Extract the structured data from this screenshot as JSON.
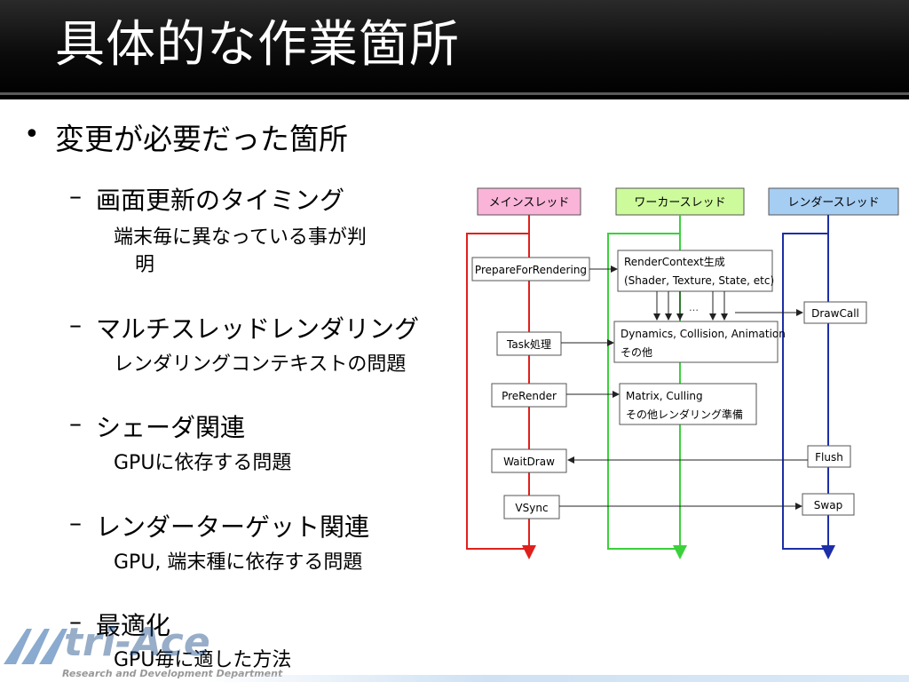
{
  "slide": {
    "title": "具体的な作業箇所",
    "bullet": "変更が必要だった箇所",
    "items": [
      {
        "dash": "–",
        "heading": "画面更新のタイミング",
        "detail": [
          "端末毎に異なっている事が判",
          "明"
        ]
      },
      {
        "dash": "–",
        "heading": "マルチスレッドレンダリング",
        "detail": [
          "レンダリングコンテキストの問題"
        ]
      },
      {
        "dash": "–",
        "heading": "シェーダ関連",
        "detail": [
          "GPUに依存する問題"
        ]
      },
      {
        "dash": "–",
        "heading": "レンダーターゲット関連",
        "detail": [
          "GPU, 端末種に依存する問題"
        ]
      },
      {
        "dash": "–",
        "heading": "最適化",
        "detail": [
          "GPU毎に適した方法"
        ]
      }
    ]
  },
  "diagram": {
    "threads": [
      {
        "label": "メインスレッド",
        "color": "#e0201c",
        "fill": "#f9b4d8"
      },
      {
        "label": "ワーカースレッド",
        "color": "#3bd13b",
        "fill": "#cdfa9b"
      },
      {
        "label": "レンダースレッド",
        "color": "#1c2ea8",
        "fill": "#a6cdf2"
      }
    ],
    "main_boxes": [
      "PrepareForRendering",
      "Task処理",
      "PreRender",
      "WaitDraw",
      "VSync"
    ],
    "worker_boxes": [
      {
        "line1": "RenderContext生成",
        "line2": "(Shader, Texture, State, etc)"
      },
      {
        "line1": "Dynamics, Collision, Animation",
        "line2": "その他"
      },
      {
        "line1": "Matrix, Culling",
        "line2": "その他レンダリング準備"
      }
    ],
    "render_boxes": [
      "DrawCall",
      "Flush",
      "Swap"
    ],
    "ellipsis": "…"
  },
  "logo": {
    "name": "tri-Ace",
    "subtitle": "Research and Development Department"
  }
}
